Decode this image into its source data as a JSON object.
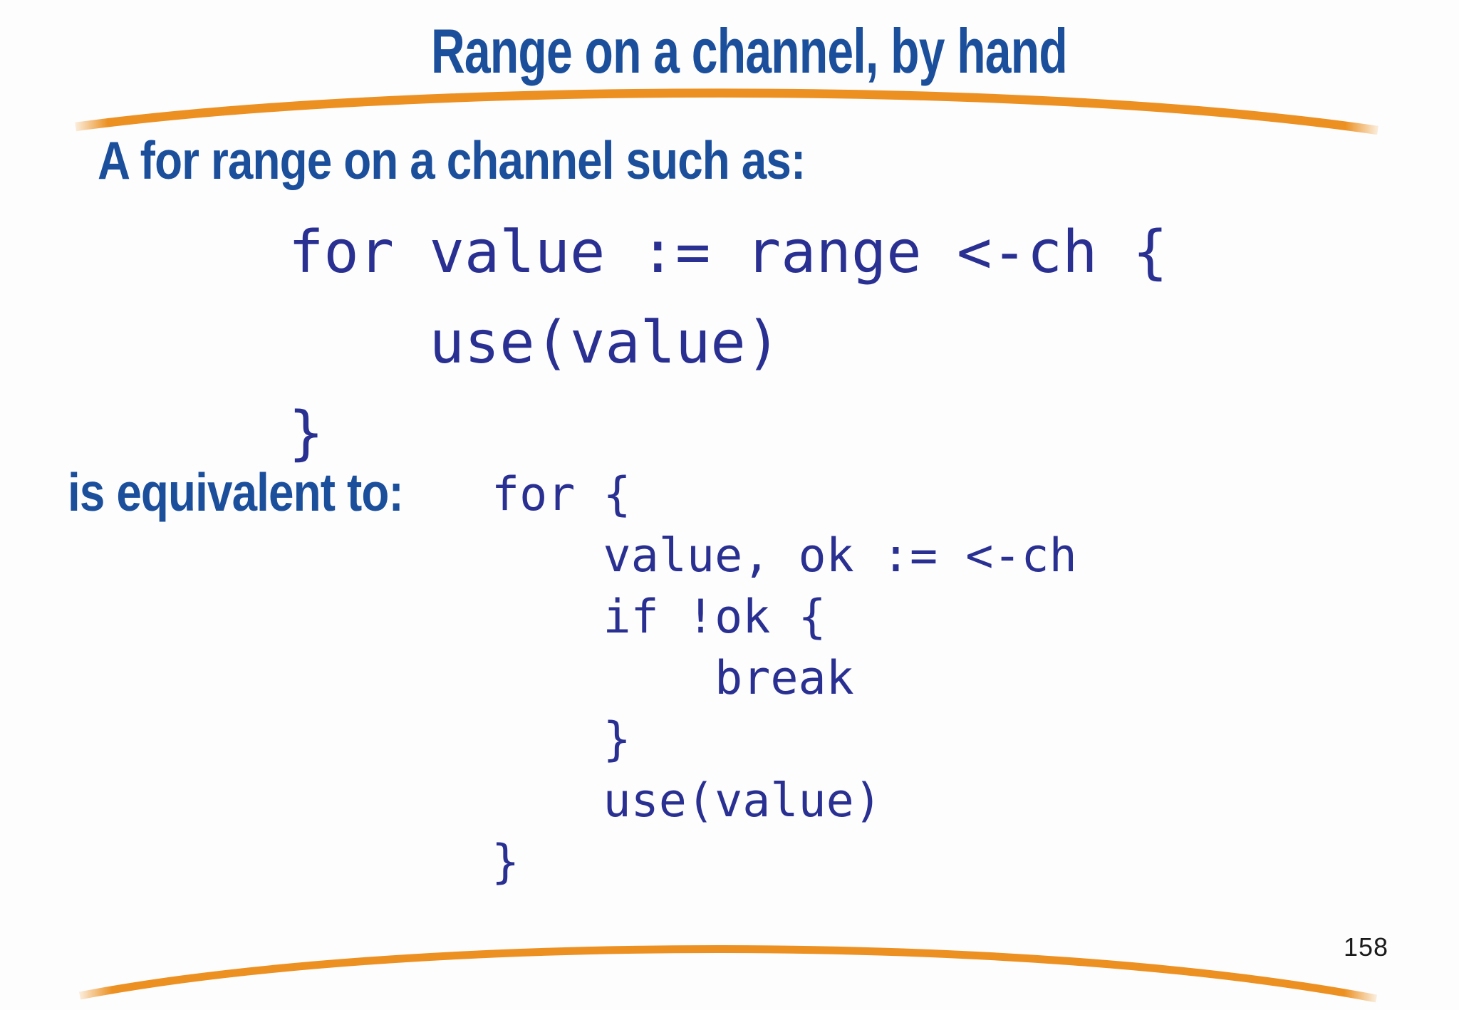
{
  "slide": {
    "title": "Range on a channel, by hand",
    "heading_intro": "A for range on a channel such as:",
    "heading_equiv": "is equivalent to:",
    "code_range": "for value := range <-ch {\n    use(value)\n}",
    "code_expanded": "for {\n    value, ok := <-ch\n    if !ok {\n        break\n    }\n    use(value)\n}",
    "page_number": "158",
    "colors": {
      "heading-blue": "#1B4F9C",
      "code-blue": "#293092",
      "swoosh-orange": "#EC9021",
      "page-number-black": "#1A1A1A",
      "background": "#FDFDFD"
    }
  }
}
